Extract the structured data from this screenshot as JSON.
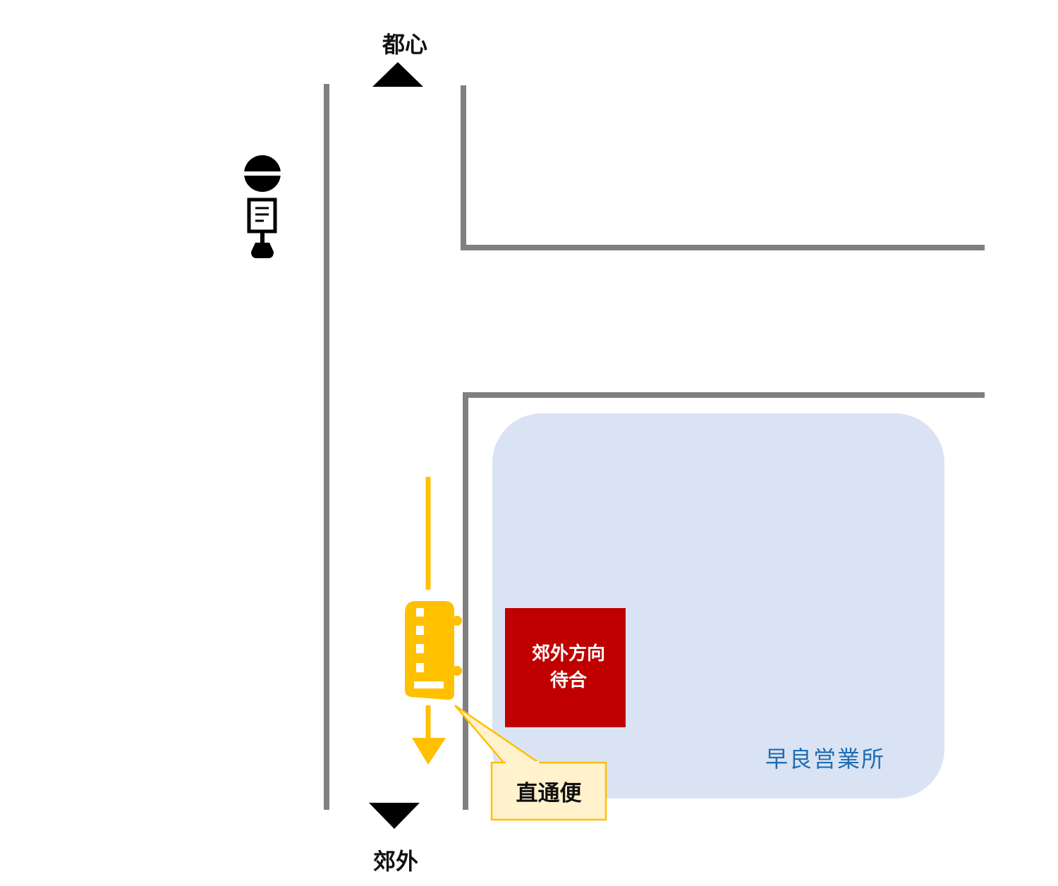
{
  "directions": {
    "north_label": "都心",
    "south_label": "郊外"
  },
  "office": {
    "name": "早良営業所",
    "fill_color": "#dae3f3"
  },
  "waiting_area": {
    "line1": "郊外方向",
    "line2": "待合",
    "fill_color": "#c00000"
  },
  "bus": {
    "icon": "bus-icon",
    "color": "#ffc000"
  },
  "callout": {
    "text": "直通便",
    "fill_color": "#fff2cc",
    "border_color": "#ffc000"
  },
  "bus_stop": {
    "icon": "bus-stop-icon"
  },
  "road_color": "#808080"
}
